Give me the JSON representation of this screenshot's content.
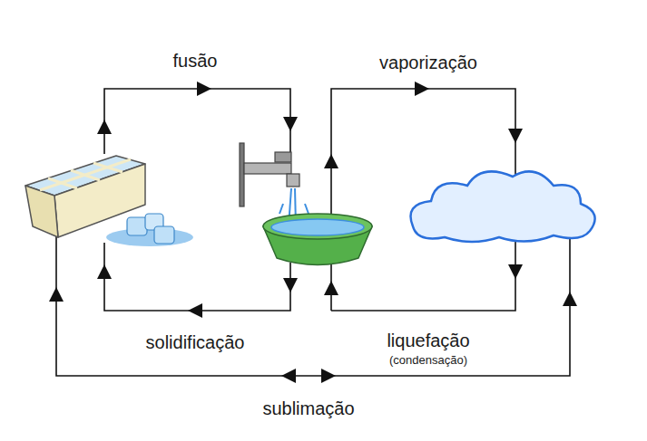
{
  "diagram": {
    "labels": [
      "fusão",
      "vaporização",
      "solidificação",
      "liquefação",
      "(condensação)",
      "sublimação"
    ]
  }
}
